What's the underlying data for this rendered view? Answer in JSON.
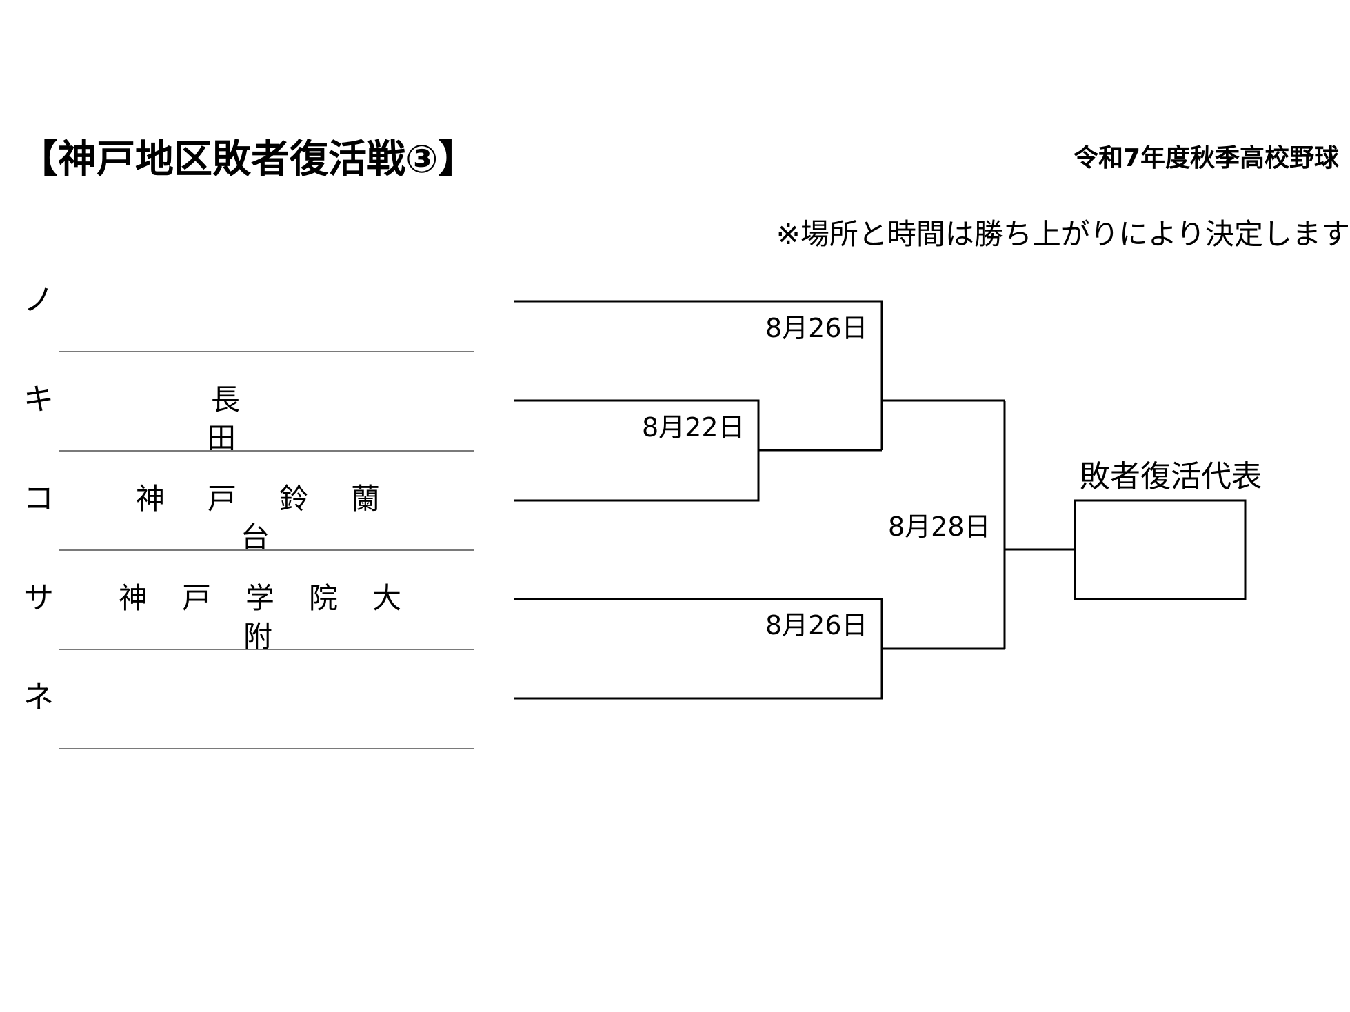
{
  "title": "【神戸地区敗者復活戦③】",
  "tournament_name": "令和7年度秋季高校野球",
  "note": "※場所と時間は勝ち上がりにより決定します",
  "entries": [
    {
      "letter": "ノ",
      "team": ""
    },
    {
      "letter": "キ",
      "team": "長田"
    },
    {
      "letter": "コ",
      "team": "神戸鈴蘭台"
    },
    {
      "letter": "サ",
      "team": "神戸学院大附"
    },
    {
      "letter": "ネ",
      "team": ""
    }
  ],
  "matches": {
    "first_round": {
      "date": "8月22日",
      "between": [
        "キ",
        "コ"
      ]
    },
    "upper_semifinal": {
      "date": "8月26日",
      "between": [
        "ノ",
        "キ/コ"
      ]
    },
    "lower_semifinal": {
      "date": "8月26日",
      "between": [
        "サ",
        "ネ"
      ]
    },
    "final": {
      "date": "8月28日"
    }
  },
  "winner_label": "敗者復活代表",
  "colors": {
    "line": "#000000",
    "divider": "#7a7a7a",
    "background": "#ffffff"
  }
}
